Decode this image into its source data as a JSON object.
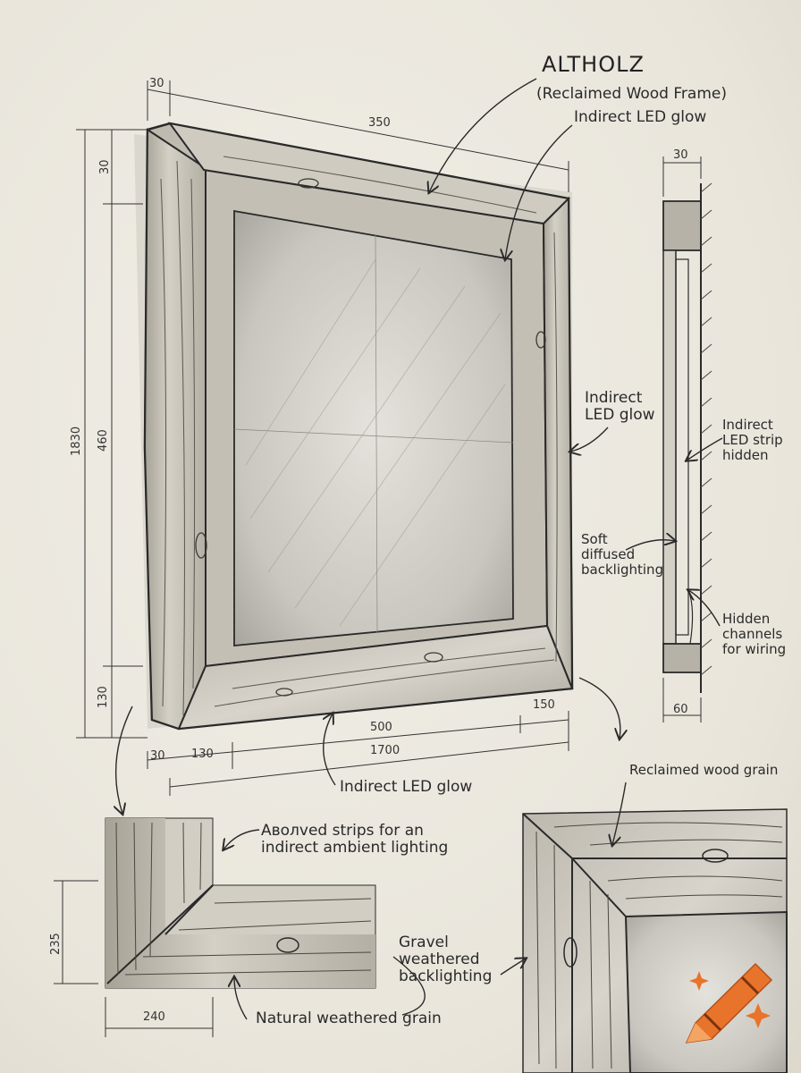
{
  "title": "ALTHOLZ",
  "subtitle": "(Reclaimed Wood Frame)",
  "labels": {
    "top_glow": "Indirect LED glow",
    "right_glow": "Indirect\nLED glow",
    "led_strip": "Indirect\nLED strip\nhidden",
    "soft_backlight": "Soft\ndiffused\nbacklighting",
    "wiring": "Hidden\nchannels\nfor wiring",
    "bottom_glow": "Indirect LED glow",
    "grain_top": "Reclaimed wood grain",
    "strips": "Aволved strips for an\nindirect ambient lighting",
    "gravel": "Gravel\nweathered\nbacklighting",
    "natural": "Natural weathered grain"
  },
  "dimensions": {
    "top_left": "30",
    "top_width": "350",
    "left_top": "30",
    "left_height_total": "1830",
    "left_height_inner": "460",
    "left_bottom": "130",
    "bottom_a": "30",
    "bottom_b": "130",
    "bottom_c": "500",
    "bottom_d": "150",
    "bottom_total": "1700",
    "side_top": "30",
    "side_bottom": "60",
    "detail_h": "235",
    "detail_w": "240"
  },
  "colors": {
    "ink": "#2a2a2a",
    "paper": "#ece8df",
    "logo_orange": "#e8732a"
  }
}
